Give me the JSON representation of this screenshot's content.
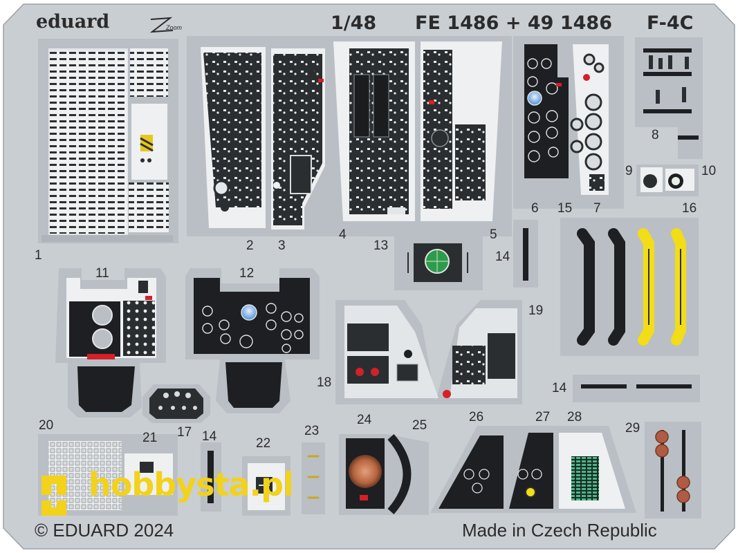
{
  "header": {
    "brand": "eduard",
    "logo_script": "Zoom",
    "scale": "1/48",
    "set_numbers": "FE 1486 + 49 1486",
    "model": "F-4C"
  },
  "part_numbers": [
    "1",
    "2",
    "3",
    "4",
    "5",
    "6",
    "7",
    "8",
    "9",
    "10",
    "11",
    "12",
    "13",
    "14",
    "15",
    "16",
    "17",
    "18",
    "19",
    "14",
    "20",
    "21",
    "14",
    "22",
    "23",
    "24",
    "25",
    "26",
    "27",
    "28",
    "29"
  ],
  "footer": {
    "copyright": "© EDUARD 2024",
    "origin": "Made in Czech Republic"
  },
  "watermark": {
    "text": "hobbysta.pl"
  },
  "colors": {
    "sheet": "#c9ced3",
    "fret_edge": "#aeb4ba",
    "panel": "#2b2e31",
    "white_paint": "#eef0f1",
    "yellow_handle": "#f3dc18",
    "watermark": "#f2d21a",
    "accent_red": "#d42027",
    "scope_green": "#2f9a4c"
  },
  "icons": [
    "zoom-logo-icon",
    "hobbysta-logo-icon"
  ]
}
